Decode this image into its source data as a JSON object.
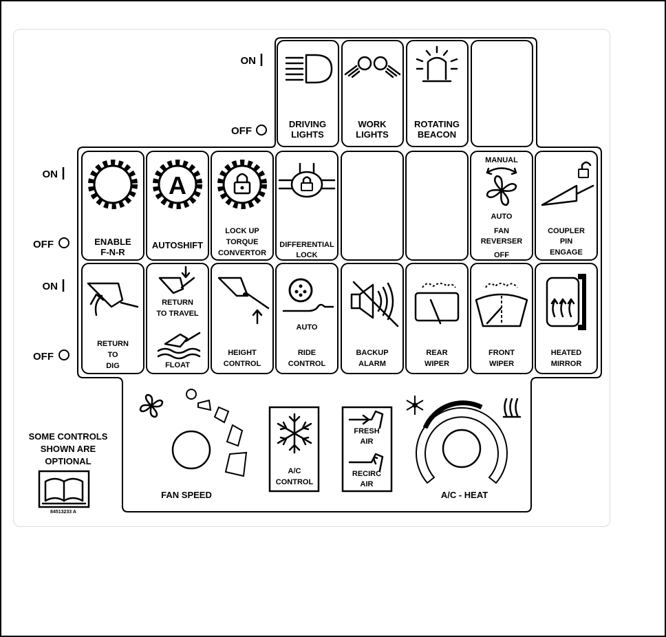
{
  "markers": {
    "on": "ON",
    "off": "OFF"
  },
  "rows": {
    "top": [
      {
        "lines": [
          "DRIVING",
          "LIGHTS"
        ],
        "icon": "headlight-icon"
      },
      {
        "lines": [
          "WORK",
          "LIGHTS"
        ],
        "icon": "work-lights-icon"
      },
      {
        "lines": [
          "ROTATING",
          "BEACON"
        ],
        "icon": "beacon-icon"
      },
      {
        "lines": [],
        "icon": ""
      }
    ],
    "middle": [
      {
        "lines": [
          "ENABLE",
          "F-N-R"
        ],
        "icon": "gear-icon"
      },
      {
        "lines": [
          "AUTOSHIFT"
        ],
        "icon": "autoshift-gear-icon",
        "glyph": "A"
      },
      {
        "lines": [
          "LOCK UP",
          "TORQUE",
          "CONVERTOR"
        ],
        "icon": "lock-gear-icon"
      },
      {
        "lines": [
          "DIFFERENTIAL",
          "LOCK"
        ],
        "icon": "differential-lock-icon"
      },
      {
        "lines": [],
        "icon": ""
      },
      {
        "lines": [],
        "icon": ""
      },
      {
        "lines": [
          "FAN",
          "REVERSER",
          "OFF"
        ],
        "icon": "fan-reverser-icon",
        "top": "MANUAL",
        "mid": "AUTO"
      },
      {
        "lines": [
          "COUPLER",
          "PIN",
          "ENGAGE"
        ],
        "icon": "coupler-icon"
      }
    ],
    "bottom": [
      {
        "lines": [
          "RETURN",
          "TO",
          "DIG"
        ],
        "icon": "bucket-return-icon"
      },
      {
        "lines": [
          "FLOAT"
        ],
        "icon": "float-icon",
        "top": [
          "RETURN",
          "TO TRAVEL"
        ]
      },
      {
        "lines": [
          "HEIGHT",
          "CONTROL"
        ],
        "icon": "height-control-icon"
      },
      {
        "lines": [
          "RIDE",
          "CONTROL"
        ],
        "icon": "ride-control-icon",
        "mid": "AUTO"
      },
      {
        "lines": [
          "BACKUP",
          "ALARM"
        ],
        "icon": "backup-alarm-icon"
      },
      {
        "lines": [
          "REAR",
          "WIPER"
        ],
        "icon": "rear-wiper-icon"
      },
      {
        "lines": [
          "FRONT",
          "WIPER"
        ],
        "icon": "front-wiper-icon"
      },
      {
        "lines": [
          "HEATED",
          "MIRROR"
        ],
        "icon": "heated-mirror-icon"
      }
    ]
  },
  "hvac": {
    "fan_speed": "FAN SPEED",
    "ac_control": [
      "A/C",
      "CONTROL"
    ],
    "fresh_air": [
      "FRESH",
      "AIR"
    ],
    "recirc_air": [
      "RECIRC",
      "AIR"
    ],
    "ac_heat": "A/C - HEAT"
  },
  "notice": {
    "lines": [
      "SOME CONTROLS",
      "SHOWN ARE",
      "OPTIONAL"
    ],
    "part_number": "84513233 A"
  }
}
